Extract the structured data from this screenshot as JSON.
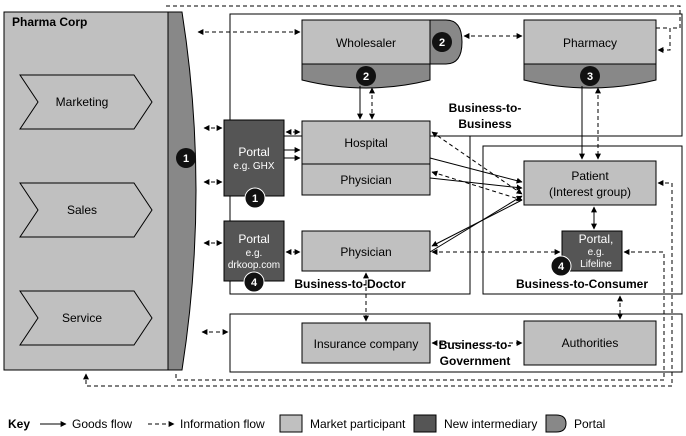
{
  "pharma": {
    "title": "Pharma Corp",
    "functions": [
      "Marketing",
      "Sales",
      "Service"
    ]
  },
  "participants": {
    "wholesaler": "Wholesaler",
    "pharmacy": "Pharmacy",
    "hospital": "Hospital",
    "physician_hospital": "Physician",
    "physician_doctor": "Physician",
    "patient_line1": "Patient",
    "patient_line2": "(Interest group)",
    "insurance": "Insurance company",
    "authorities": "Authorities"
  },
  "portals": {
    "ghx_line1": "Portal",
    "ghx_line2": "e.g. GHX",
    "drkoop_line1": "Portal",
    "drkoop_line2": "e.g.",
    "drkoop_line3": "drkoop.com",
    "lifeline_line1": "Portal,",
    "lifeline_line2": "e.g.",
    "lifeline_line3": "Lifeline"
  },
  "badges": {
    "pharma": "1",
    "ghx": "1",
    "wholesaler_side": "2",
    "wholesaler_bottom": "2",
    "pharmacy": "3",
    "drkoop": "4",
    "lifeline": "4"
  },
  "sections": {
    "b2b_line1": "Business-to-",
    "b2b_line2": "Business",
    "b2d": "Business-to-Doctor",
    "b2c": "Business-to-Consumer",
    "b2g_line1": "Business-to-",
    "b2g_line2": "Government"
  },
  "key": {
    "title": "Key",
    "goods": "Goods flow",
    "info": "Information flow",
    "market": "Market participant",
    "intermediary": "New intermediary",
    "portal": "Portal"
  },
  "colors": {
    "market_participant": "#c0c0c0",
    "new_intermediary": "#555555",
    "portal": "#888888",
    "badge": "#111111"
  }
}
